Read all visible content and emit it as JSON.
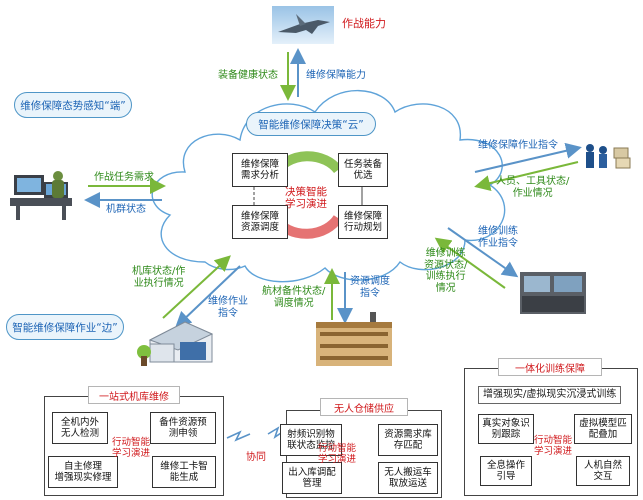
{
  "top": {
    "jet_label": "作战能力"
  },
  "arrows_top": {
    "left": "装备健康状态",
    "right": "维修保障能力"
  },
  "left_title": "维修保障态势感知“端”",
  "cloud": {
    "title": "智能维修保障决策“云”",
    "boxes": [
      "维修保障\n需求分析",
      "任务装备\n优选",
      "维修保障\n资源调度",
      "维修保障\n行动规划"
    ],
    "center": "决策智能\n学习演进"
  },
  "operator_arrows": {
    "upper": "作战任务需求",
    "lower": "机群状态"
  },
  "personnel_arrows": {
    "upper": "维修保障作业指令",
    "lower": "人员、工具状态/\n作业情况"
  },
  "training_arrows": {
    "left": "维修训练\n资源状态/\n训练执行\n情况",
    "right": "维修训练\n作业指令"
  },
  "edge_label": "智能维修保障作业“边”",
  "hangar_arrows": {
    "upper": "机库状态/作\n业执行情况",
    "lower": "维修作业\n指令"
  },
  "warehouse_arrows": {
    "left": "航材备件状态/\n调度情况",
    "right": "资源调度\n指令"
  },
  "hangar": {
    "title": "一站式机库维修",
    "boxes": [
      "全机内外\n无人检测",
      "备件资源预\n测申领",
      "自主修理\n增强现实修理",
      "维修工卡智\n能生成"
    ],
    "center": "行动智能\n学习演进"
  },
  "sync_label": "协同",
  "warehouse": {
    "title": "无人仓储供应",
    "boxes": [
      "射频识别物\n联状态监控",
      "资源需求库\n存匹配",
      "出入库调配\n管理",
      "无人搬运车\n取放运送"
    ],
    "center": "行动智能\n学习演进"
  },
  "training": {
    "title": "一体化训练保障",
    "subtitle": "增强现实/虚拟现实沉浸式训练",
    "boxes": [
      "真实对象识\n别跟踪",
      "虚拟模型匹\n配叠加",
      "全息操作\n引导",
      "人机自然\n交互"
    ],
    "center": "行动智能\n学习演进"
  },
  "colors": {
    "red": "#d0191c",
    "blue": "#1d64b5",
    "green": "#2f8a1a",
    "arrow_green": "#7ab83a",
    "arrow_blue": "#5a93c8"
  }
}
